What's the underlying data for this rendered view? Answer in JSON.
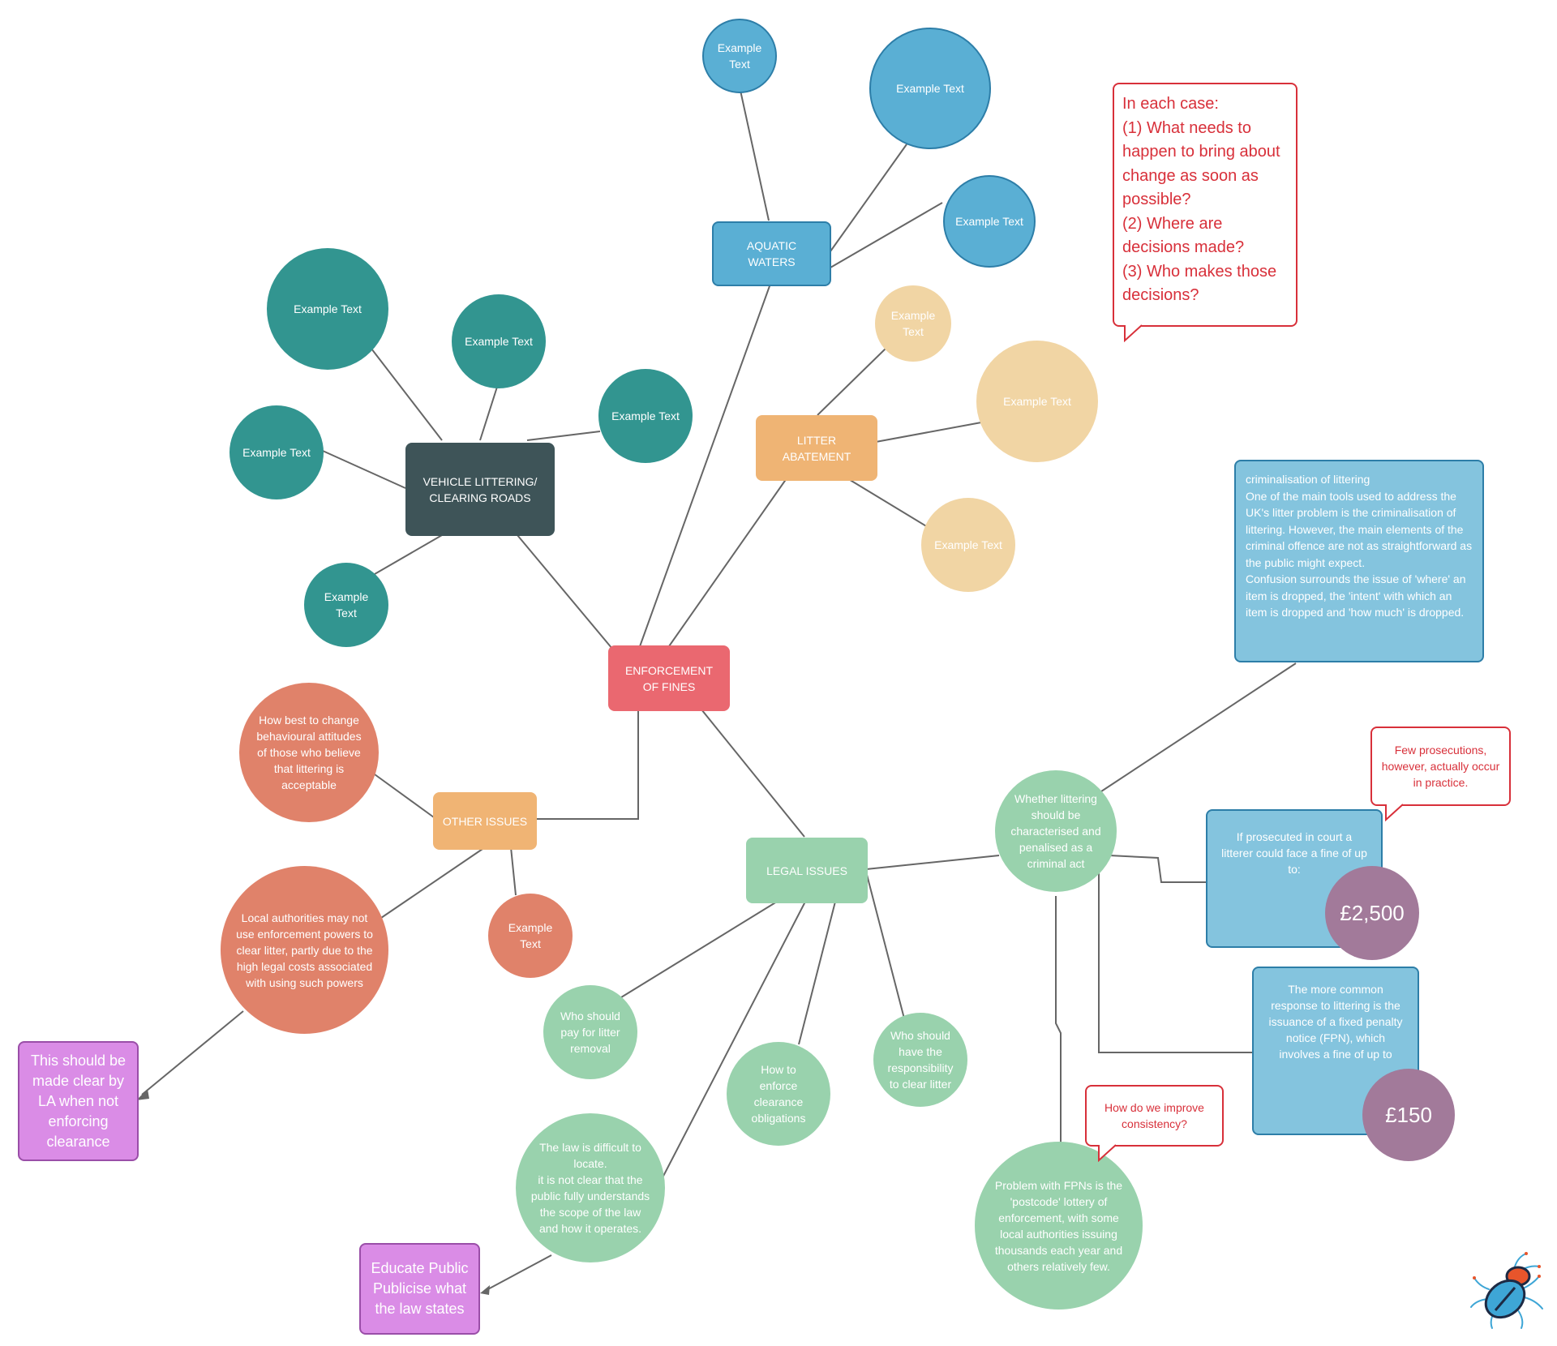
{
  "colors": {
    "aquatic": "#5aafd4",
    "vehicle": "#3e5458",
    "vehicle_leaf": "#329590",
    "litter": "#efb474",
    "litter_leaf": "#f1d5a4",
    "enforcement": "#ea6870",
    "other": "#f0b474",
    "other_leaf": "#e0826a",
    "legal": "#99d2ad",
    "info_box": "#84c4de",
    "price": "#a27a9a",
    "action": "#da8ce6",
    "callout": "#d8303a",
    "line": "#666666"
  },
  "nodes": {
    "aquatic_waters": "AQUATIC\nWATERS",
    "aquatic_leaf_1": "Example\nText",
    "aquatic_leaf_2": "Example Text",
    "aquatic_leaf_3": "Example Text",
    "vehicle_littering": "VEHICLE LITTERING/\nCLEARING ROADS",
    "vehicle_leaf_1": "Example Text",
    "vehicle_leaf_2": "Example Text",
    "vehicle_leaf_3": "Example Text",
    "vehicle_leaf_4": "Example Text",
    "vehicle_leaf_5": "Example\nText",
    "litter_abatement": "LITTER\nABATEMENT",
    "litter_leaf_1": "Example\nText",
    "litter_leaf_2": "Example Text",
    "litter_leaf_3": "Example Text",
    "enforcement_of_fines": "ENFORCEMENT\nOF FINES",
    "other_issues": "OTHER ISSUES",
    "other_leaf_behaviour": "How best to change behavioural attitudes of those who believe that littering is acceptable",
    "other_leaf_local_authorities": "Local authorities may not use enforcement powers to clear litter, partly due to the high legal costs associated with using such powers",
    "other_leaf_example": "Example\nText",
    "action_la": "This should be made clear by LA when not enforcing clearance",
    "legal_issues": "LEGAL ISSUES",
    "legal_leaf_pay": "Who should pay for litter removal",
    "legal_leaf_enforce": "How to enforce clearance obligations",
    "legal_leaf_responsibility": "Who should have the responsibility to clear litter",
    "legal_leaf_law": "The law is difficult to locate.\nit is not clear that the public fully understands the scope of the law and how it operates.",
    "action_educate": "Educate Public\nPublicise what the law states",
    "legal_leaf_criminal": "Whether littering should be characterised and penalised as a criminal act",
    "legal_leaf_postcode": "Problem with FPNs is the 'postcode' lottery of enforcement, with some local authorities issuing thousands each year and others relatively few.",
    "info_criminalisation": "criminalisation of littering\n One of the main tools used to address the UK's litter problem is the criminalisation of littering. However, the main elements of the criminal offence are not as straightforward as the public might expect.\nConfusion surrounds the issue of 'where' an item is dropped, the 'intent' with which an item is dropped and 'how much' is dropped.",
    "info_prosecuted": "If prosecuted in court a litterer could face a fine of up to:",
    "price_2500": "£2,500",
    "info_fpn": "The more common response to littering is the issuance of a fixed penalty notice (FPN), which involves a fine of up to",
    "price_150": "£150"
  },
  "callouts": {
    "questions": "In each case:\n(1) What needs to happen to bring about change as soon as possible?\n(2) Where are decisions made?\n(3) Who makes those decisions?",
    "prosecutions": "Few prosecutions, however, actually occur in practice.",
    "consistency": "How do we improve consistency?"
  },
  "logo": {
    "icon": "beetle-icon"
  }
}
